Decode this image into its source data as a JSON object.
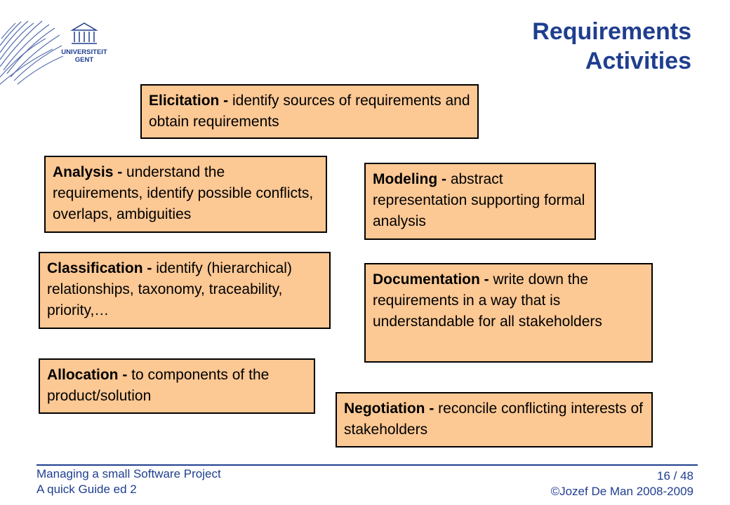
{
  "logo": {
    "line1": "UNIVERSITEIT",
    "line2": "GENT"
  },
  "title": {
    "line1": "Requirements",
    "line2": "Activities"
  },
  "boxes": {
    "elicitation": {
      "term": "Elicitation - ",
      "desc": "identify sources of requirements and obtain requirements"
    },
    "analysis": {
      "term": "Analysis - ",
      "desc": "understand the requirements, identify possible conflicts, overlaps, ambiguities"
    },
    "modeling": {
      "term": "Modeling - ",
      "desc": "abstract representation supporting formal analysis"
    },
    "classification": {
      "term": "Classification - ",
      "desc": "identify (hierarchical) relationships, taxonomy, traceability, priority,…"
    },
    "documentation": {
      "term": "Documentation - ",
      "desc": "write down the requirements in a way that is understandable for all stakeholders"
    },
    "allocation": {
      "term": "Allocation - ",
      "desc": "to components of the product/solution"
    },
    "negotiation": {
      "term": "Negotiation - ",
      "desc": "reconcile conflicting interests of stakeholders"
    }
  },
  "footer": {
    "left_line1": "Managing a small Software Project",
    "left_line2": "A quick Guide ed 2",
    "page": "16 / 48",
    "copyright": "©Jozef De Man  2008-2009"
  },
  "colors": {
    "accent": "#1f3e8f",
    "box_fill": "#fcc894"
  }
}
